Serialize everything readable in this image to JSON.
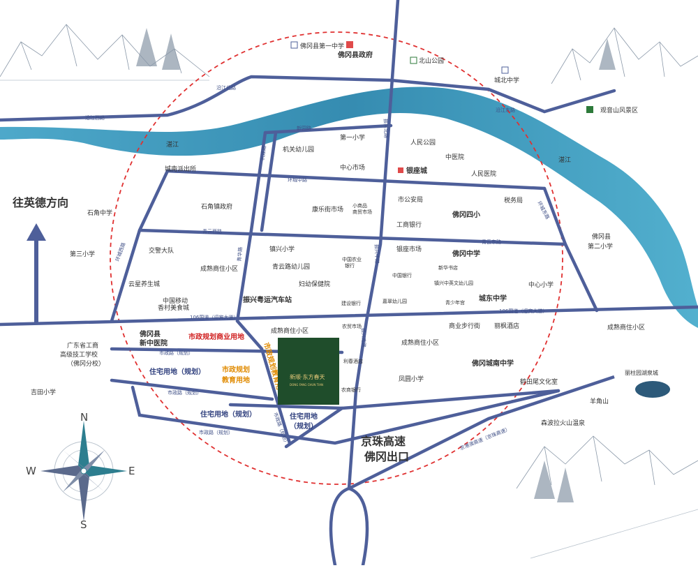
{
  "colors": {
    "road": "#4e5f9a",
    "river": "#2d95b8",
    "circle": "#e03030",
    "site": "#1f4d2b",
    "govt_icon": "#e04a4a",
    "school_icon": "#4e5f9a",
    "poi_orange": "#e08a00",
    "park_icon": "#2d7a3a"
  },
  "rivers": {
    "left": "湛江",
    "right": "湛江"
  },
  "roads": {
    "yanjiang_xi": "沿江西路",
    "yanjiang_bei": "沿江北路",
    "yanjiang_dong": "沿江东路",
    "xinyuan": "新园路",
    "jijian": "机建路",
    "huancheng_zhong": "环城中路",
    "huancheng_xi": "环城西路",
    "huancheng_dong": "环城东路",
    "qingyun_xi": "青云西路",
    "qingyun_dong": "青云东路",
    "zhenxing_bei": "振兴北路",
    "zhenxing_zhong": "振兴中路",
    "zhenxing_nan": "振兴南路",
    "g106_left": "106国道（迎宾大道）",
    "g106_right": "106国道（迎宾大道）",
    "shizheng_1": "市政路（规划）",
    "shizheng_2": "市政路（规划）",
    "shizheng_3": "市政路（规划）",
    "shizheng_4": "市政路（规划）",
    "jinggang_gaosu": "京港澳高速（京珠高速）",
    "qinghua": "青华路"
  },
  "directions": {
    "yingde": "往英德方向",
    "expressway_line1": "京珠高速",
    "expressway_line2": "佛冈出口"
  },
  "compass": {
    "n": "N",
    "s": "S",
    "e": "E",
    "w": "W"
  },
  "project": {
    "name": "新顺·东方春天",
    "sub": "DONG FANG CHUN TIAN"
  },
  "plans": {
    "commercial": "市政规划商业用地",
    "education_right": "市政规划",
    "education_right2": "教育用地",
    "education_vertical": "市政规划教育用地",
    "residential_1": "住宅用地（规划）",
    "residential_2": "住宅用地（规划）",
    "residential_3a": "住宅用地",
    "residential_3b": "（规划）"
  },
  "pois": {
    "school1": "佛冈县第一中学",
    "gov": "佛冈县政府",
    "beishan_park": "北山公园",
    "chengbei_mid": "城北中学",
    "guanyinshan": "观音山风景区",
    "school_first_primary": "第一小学",
    "people_park": "人民公园",
    "jiguan_kg": "机关幼儿园",
    "tcm": "中医院",
    "chengnan_police": "城南派出所",
    "zhongxin_market": "中心市场",
    "yinzuo": "银座城",
    "people_hospital": "人民医院",
    "shijiao_gov": "石角镇政府",
    "kangle_market": "康乐街市场",
    "xiaoshangpin": "小商品",
    "xiaoshangpin2": "商贸市场",
    "city_police": "市公安局",
    "tax": "税务局",
    "shijiao_mid": "石角中学",
    "fogang4": "佛冈四小",
    "icbc": "工商银行",
    "fogang_second": "佛冈县",
    "fogang_second2": "第二小学",
    "no3_primary": "第三小学",
    "traffic": "交警大队",
    "zhenxing_primary": "镇兴小学",
    "yinzuo_market": "银座市场",
    "fogang_mid": "佛冈中学",
    "chengshu_xq": "成熟商住小区",
    "qingyun_kg": "青云路幼儿园",
    "abc": "中国农业",
    "abc2": "银行",
    "xinhua": "新华书店",
    "yunxing": "云星养生城",
    "bank_china": "中国银行",
    "mingming": "镇兴中英文幼儿园",
    "mother_child": "妇幼保健院",
    "mobile": "中国移动",
    "chinacon": "建设银行",
    "jiacui_kg": "嘉翠幼儿园",
    "youth_palace": "青少年宫",
    "center_primary": "中心小学",
    "xiangcun_food": "香村美食城",
    "bus_station": "振兴粤运汽车站",
    "chengdong": "城东中学",
    "fogang_xinzhong": "佛冈县",
    "fogang_xinzhong2": "新中医院",
    "chengshu_xq2": "成熟商住小区",
    "nongmao": "农贸市场",
    "shangye_street": "商业步行街",
    "lifeng": "丽枫酒店",
    "chengshu_xq3": "成熟商住小区",
    "gdjx": "广东省工商",
    "gdjx2": "高级技工学校",
    "gdjx3": "（佛冈分校）",
    "lichun_hotel": "利春酒店",
    "chengshu_xq4": "成熟商住小区",
    "fogang_chengnan": "佛冈城南中学",
    "rural_bank": "农商银行",
    "fengyuan": "凤圆小学",
    "heyuan": "鹤田尾文化室",
    "lizhuang": "丽柱园湖泉城",
    "yangjiao": "羊角山",
    "jitian": "吉田小学",
    "senbo": "森波拉火山温泉"
  }
}
